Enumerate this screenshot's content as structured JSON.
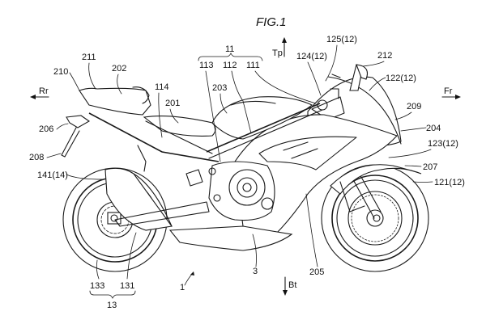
{
  "figure": {
    "title": "FIG.1",
    "directions": {
      "top": "Tp",
      "bottom": "Bt",
      "rear": "Rr",
      "front": "Fr"
    },
    "labels": {
      "l11": "11",
      "l113": "113",
      "l112": "112",
      "l111": "111",
      "l211": "211",
      "l210": "210",
      "l202": "202",
      "l114": "114",
      "l203": "203",
      "l201": "201",
      "l206": "206",
      "l208": "208",
      "l141": "141(14)",
      "l125": "125(12)",
      "l124": "124(12)",
      "l212": "212",
      "l122": "122(12)",
      "l209": "209",
      "l204": "204",
      "l123": "123(12)",
      "l207": "207",
      "l121": "121(12)",
      "l205": "205",
      "l3": "3",
      "l1": "1",
      "l133": "133",
      "l131": "131",
      "l13": "13"
    }
  }
}
